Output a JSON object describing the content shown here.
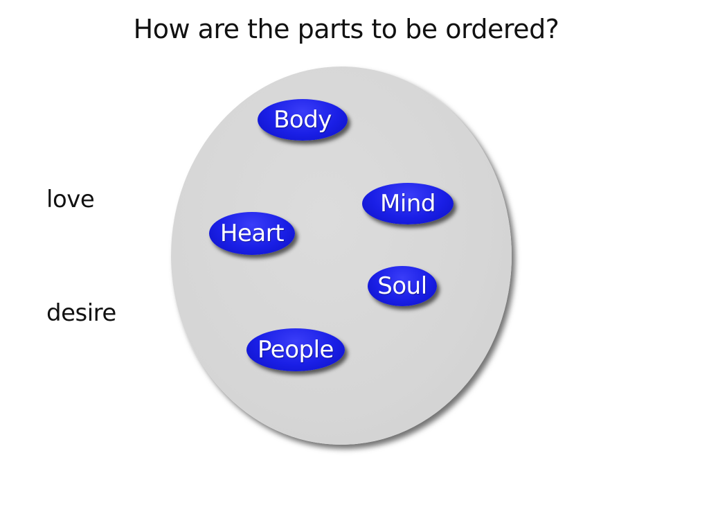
{
  "title": "How are the parts to be ordered?",
  "side_labels": {
    "love": "love",
    "desire": "desire"
  },
  "parts": {
    "body": "Body",
    "mind": "Mind",
    "heart": "Heart",
    "soul": "Soul",
    "people": "People"
  },
  "colors": {
    "container_fill": "#d6d6d6",
    "part_fill": "#1a1fe6",
    "part_text": "#ffffff",
    "text": "#111111"
  }
}
